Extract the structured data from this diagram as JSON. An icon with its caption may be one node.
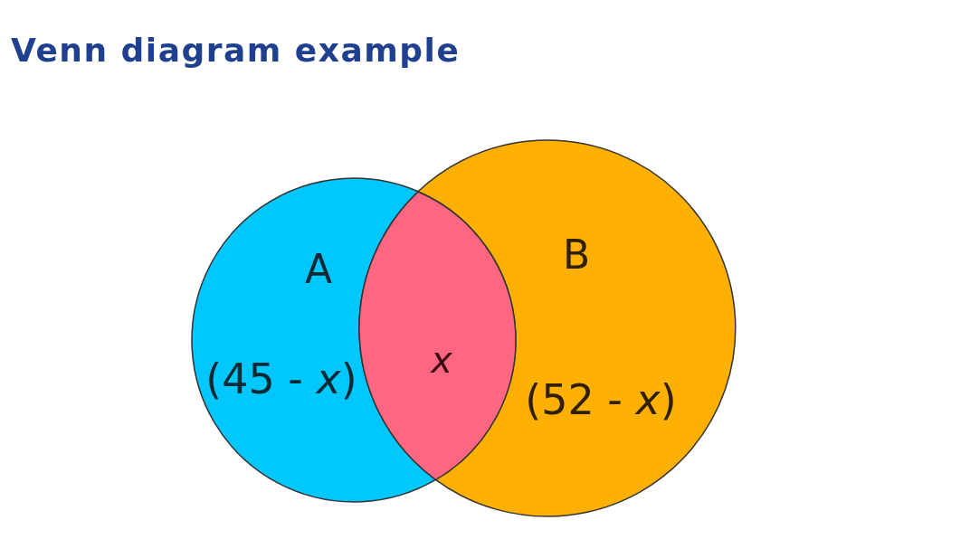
{
  "diagram": {
    "title": "Venn diagram example",
    "nodes": [
      {
        "text": [
          "A",
          "(45 - *x*)"
        ]
      },
      {
        "text": [
          "B",
          "(52 - *x*)"
        ]
      },
      {
        "text": [
          "x"
        ]
      }
    ]
  }
}
